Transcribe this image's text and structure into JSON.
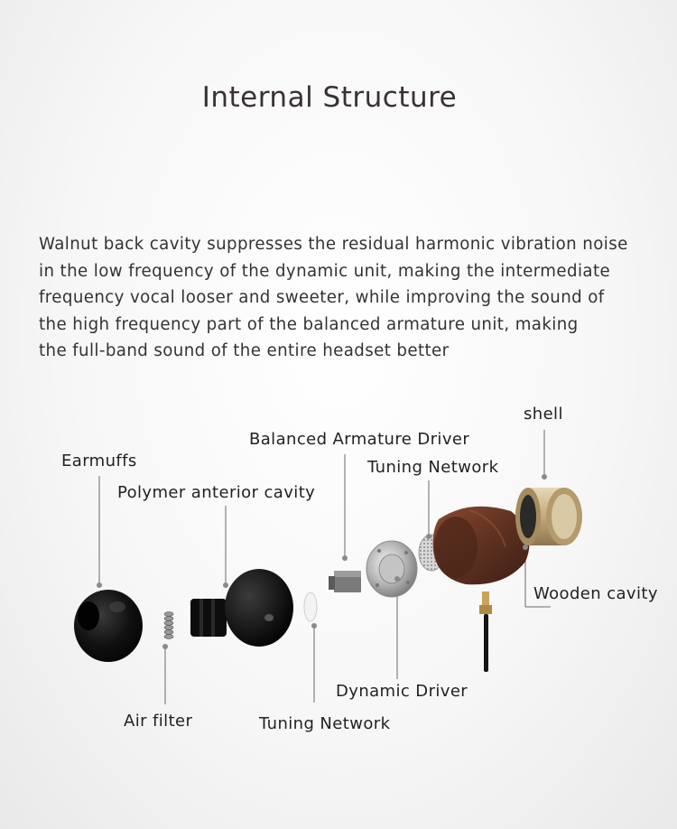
{
  "title": "Internal Structure",
  "description": [
    "Walnut back cavity suppresses the residual harmonic vibration noise",
    "in the low frequency of the dynamic unit, making the intermediate",
    "frequency vocal looser and sweeter, while improving the sound of",
    "the high frequency part of the balanced armature unit, making",
    "the full-band sound of the entire headset better"
  ],
  "labels": {
    "earmuffs": "Earmuffs",
    "polymer": "Polymer anterior cavity",
    "balanced": "Balanced Armature Driver",
    "tuning_top": "Tuning Network",
    "shell": "shell",
    "wooden": "Wooden cavity",
    "dynamic": "Dynamic Driver",
    "air_filter": "Air filter",
    "tuning_bottom": "Tuning Network"
  },
  "colors": {
    "line": "#6a6a6a",
    "dot": "#8a8a8a",
    "walnut": "#6b3a26",
    "gold": "#c9b184",
    "black": "#151515"
  }
}
